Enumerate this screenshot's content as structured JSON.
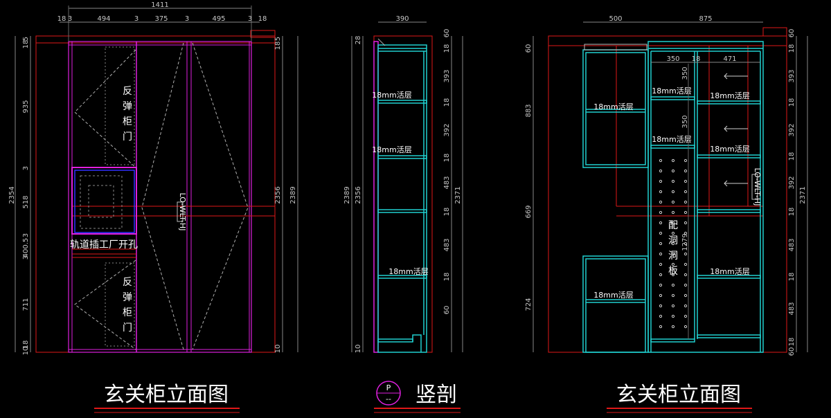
{
  "titles": {
    "left": "玄关柜立面图",
    "middle": "竖剖",
    "right": "玄关柜立面图",
    "section_symbol_top": "P",
    "section_symbol_bottom": "--"
  },
  "left_elevation": {
    "top_total": "1411",
    "top_dims": [
      "18",
      "3",
      "494",
      "3",
      "375",
      "3",
      "495",
      "3",
      "18"
    ],
    "left_dims": [
      "5",
      "18",
      "935",
      "3",
      "518",
      "3",
      "400.5",
      "3",
      "711",
      "18",
      "10"
    ],
    "left_total": "2354",
    "right_dims": [
      "5",
      "18",
      "10"
    ],
    "right_total_inner": "2356",
    "right_total_outer": "2389",
    "door_upper_label": "反弹柜门",
    "door_lower_label": "反弹柜门",
    "niche_label": "轨道插工厂开孔",
    "handle_label": "LO-WLT-HJ"
  },
  "section": {
    "top_dim": "390",
    "left_dims_outer": "2389",
    "left_dims_inner": "2356",
    "left_small": [
      "28",
      "10"
    ],
    "right_dims": [
      "60",
      "18",
      "393",
      "18",
      "392",
      "18",
      "483",
      "18",
      "483",
      "18",
      "60"
    ],
    "right_total": "2371",
    "shelf_labels": [
      "18mm活层",
      "18mm活层",
      "18mm活层"
    ]
  },
  "right_elevation": {
    "top_dims": [
      "500",
      "875"
    ],
    "inner_dims": [
      "350",
      "18",
      "471"
    ],
    "left_dims": [
      "60",
      "883",
      "669",
      "724"
    ],
    "right_dims": [
      "60",
      "18",
      "393",
      "18",
      "392",
      "18",
      "392",
      "18",
      "483",
      "18",
      "483",
      "18",
      "60"
    ],
    "right_total": "2371",
    "vertical_inner_dims": [
      "350",
      "350",
      "1279"
    ],
    "shelf_labels": [
      "18mm活层",
      "18mm活层",
      "18mm活层",
      "18mm活层",
      "18mm活层",
      "18mm活层",
      "18mm活层"
    ],
    "pegboard_label": "配洞洞板",
    "handle_label": "LO-WLT-HJ"
  }
}
